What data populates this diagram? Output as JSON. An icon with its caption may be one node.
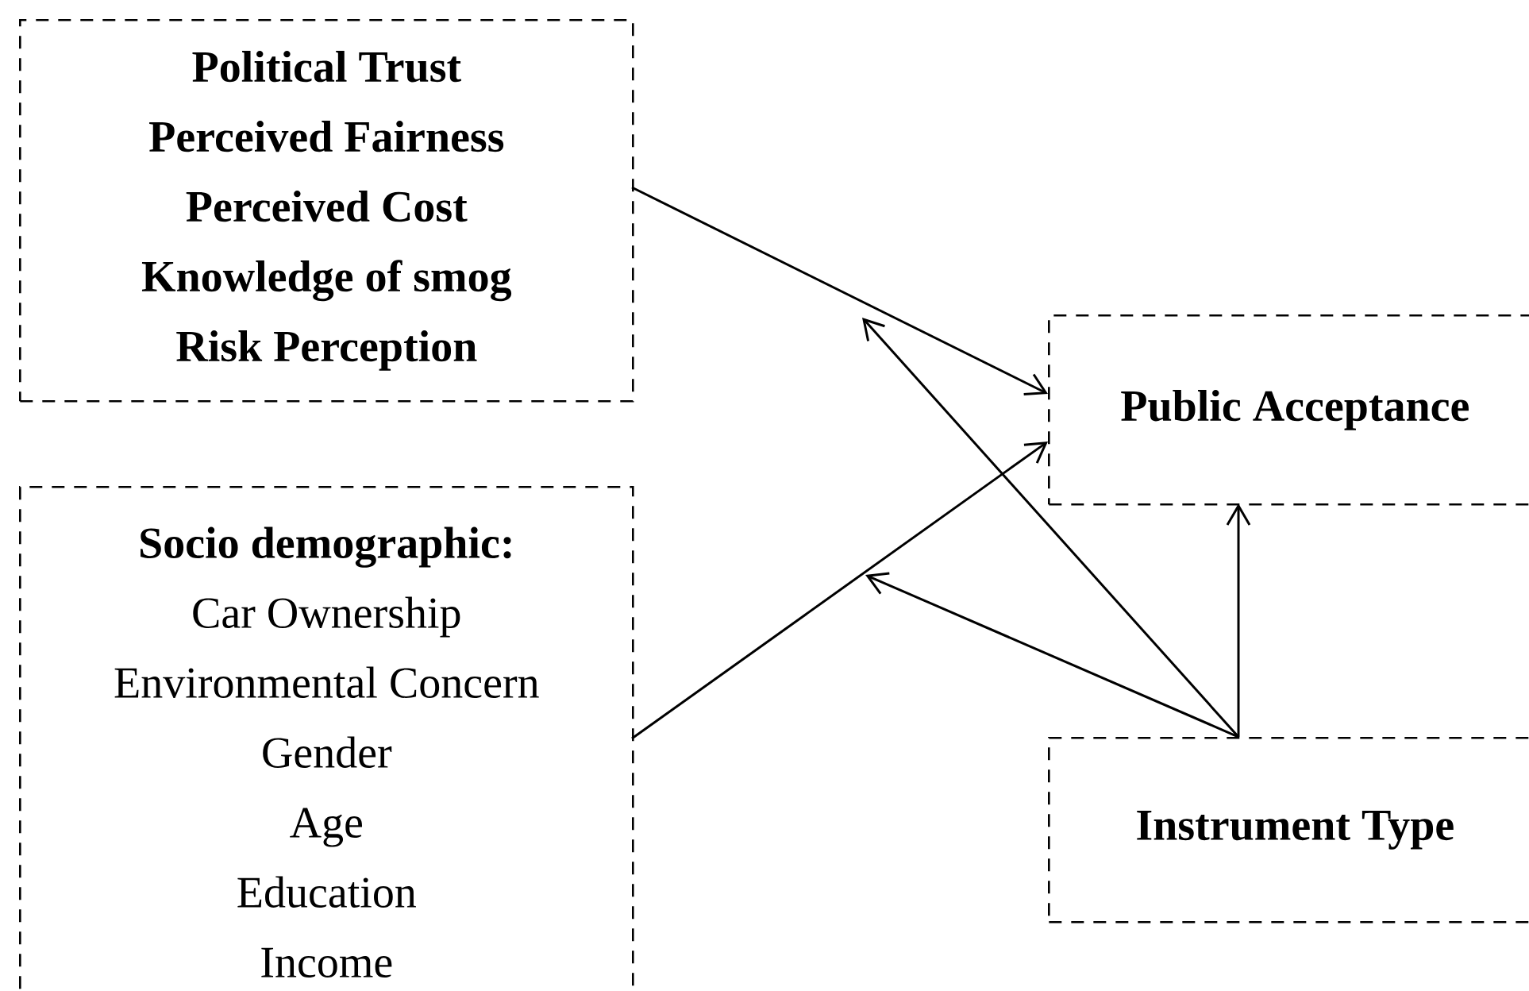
{
  "diagram": {
    "nodes": [
      {
        "text": [
          "Political Trust",
          "Perceived Fairness",
          "Perceived Cost",
          "Knowledge of smog",
          "Risk Perception"
        ]
      },
      {
        "text": [
          "Socio demographic:",
          "Car Ownership",
          "Environmental Concern",
          "Gender",
          "Age",
          "Education",
          "Income"
        ]
      },
      {
        "text": [
          "Public Acceptance"
        ]
      },
      {
        "text": [
          "Instrument Type"
        ]
      }
    ],
    "edges": [
      {
        "from": 0,
        "to": 2,
        "arrow": "to"
      },
      {
        "from": 1,
        "to": 2,
        "arrow": "to"
      },
      {
        "from": 3,
        "to": 2,
        "arrow": "to"
      },
      {
        "from": 3,
        "to": null,
        "arrow": "to"
      },
      {
        "from": 3,
        "to": null,
        "arrow": "to"
      }
    ]
  }
}
